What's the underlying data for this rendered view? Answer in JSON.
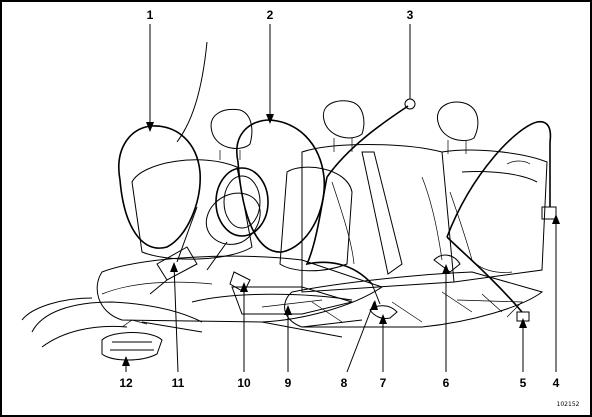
{
  "callouts": [
    {
      "id": "1",
      "label": "1"
    },
    {
      "id": "2",
      "label": "2"
    },
    {
      "id": "3",
      "label": "3"
    },
    {
      "id": "4",
      "label": "4"
    },
    {
      "id": "5",
      "label": "5"
    },
    {
      "id": "6",
      "label": "6"
    },
    {
      "id": "7",
      "label": "7"
    },
    {
      "id": "8",
      "label": "8"
    },
    {
      "id": "9",
      "label": "9"
    },
    {
      "id": "10",
      "label": "10"
    },
    {
      "id": "11",
      "label": "11"
    },
    {
      "id": "12",
      "label": "12"
    }
  ],
  "reference_code": "102152"
}
